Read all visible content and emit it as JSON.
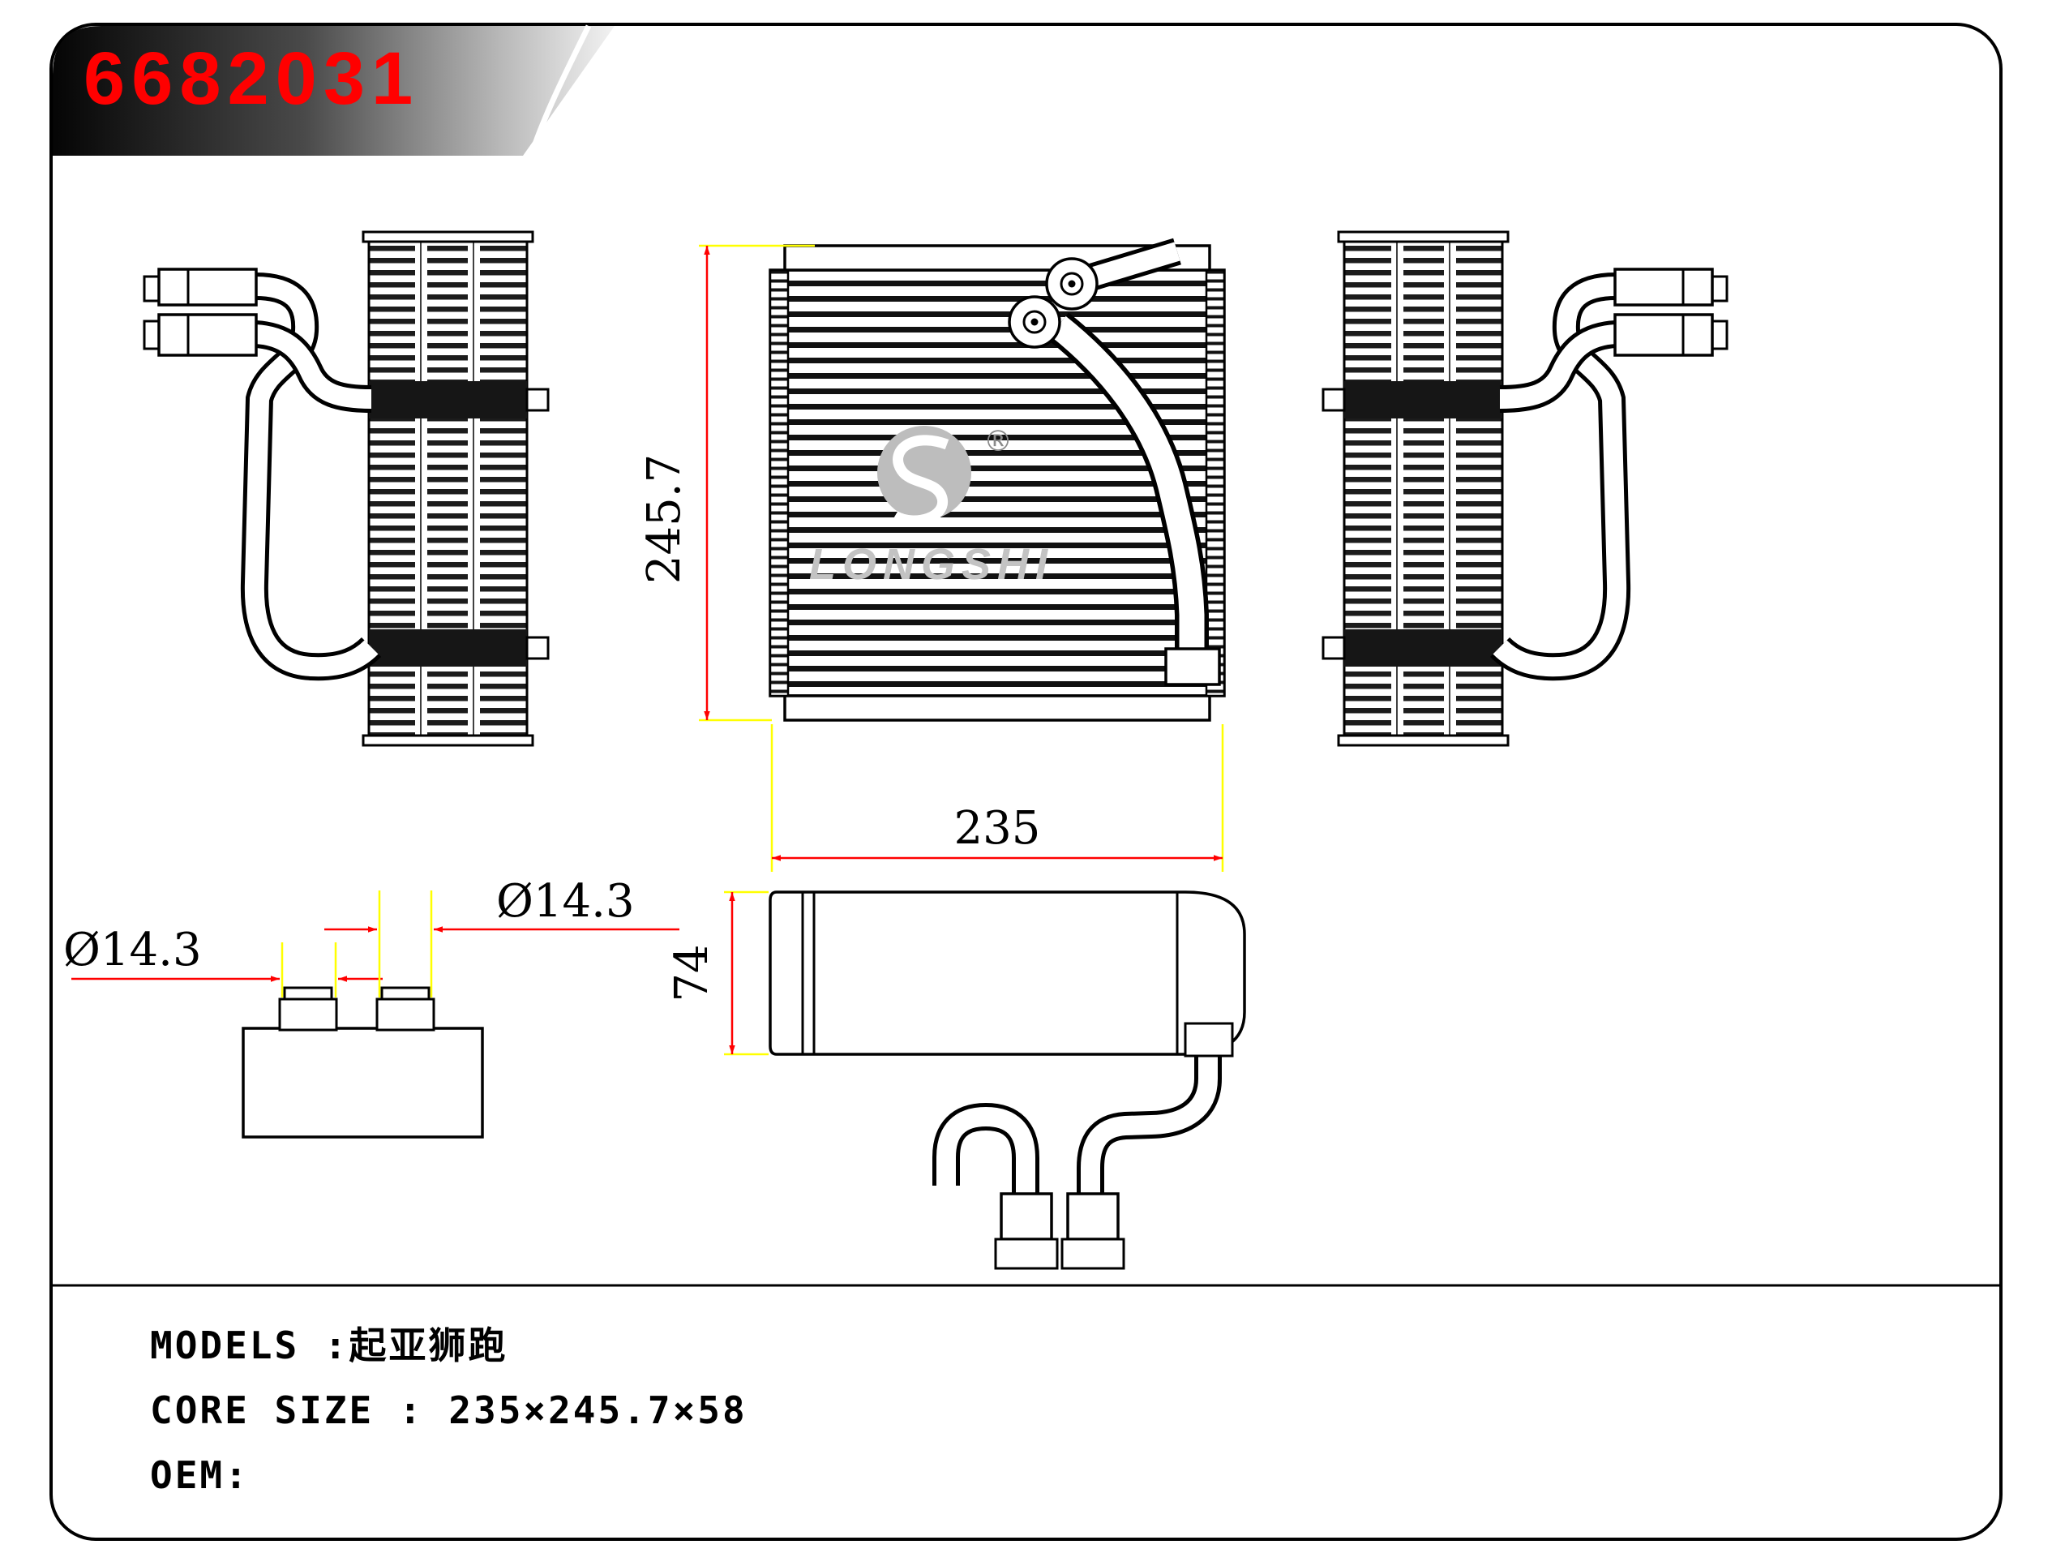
{
  "banner": {
    "part_number": "6682031"
  },
  "watermark": {
    "brand": "LONGSHI",
    "registered_mark": "®"
  },
  "dimensions": {
    "height": "245.7",
    "width": "235",
    "thickness": "74",
    "port_left": "Ø14.3",
    "port_right": "Ø14.3"
  },
  "info": {
    "models": "MODELS :起亚狮跑",
    "core_size": "CORE SIZE : 235×245.7×58",
    "oem": "OEM:"
  },
  "colors": {
    "dimension_line": "#ff0000",
    "extension_line": "#ffff00",
    "part_number": "#ff0000",
    "drawing_line": "#000000",
    "watermark_gray": "#bdbdbd"
  }
}
